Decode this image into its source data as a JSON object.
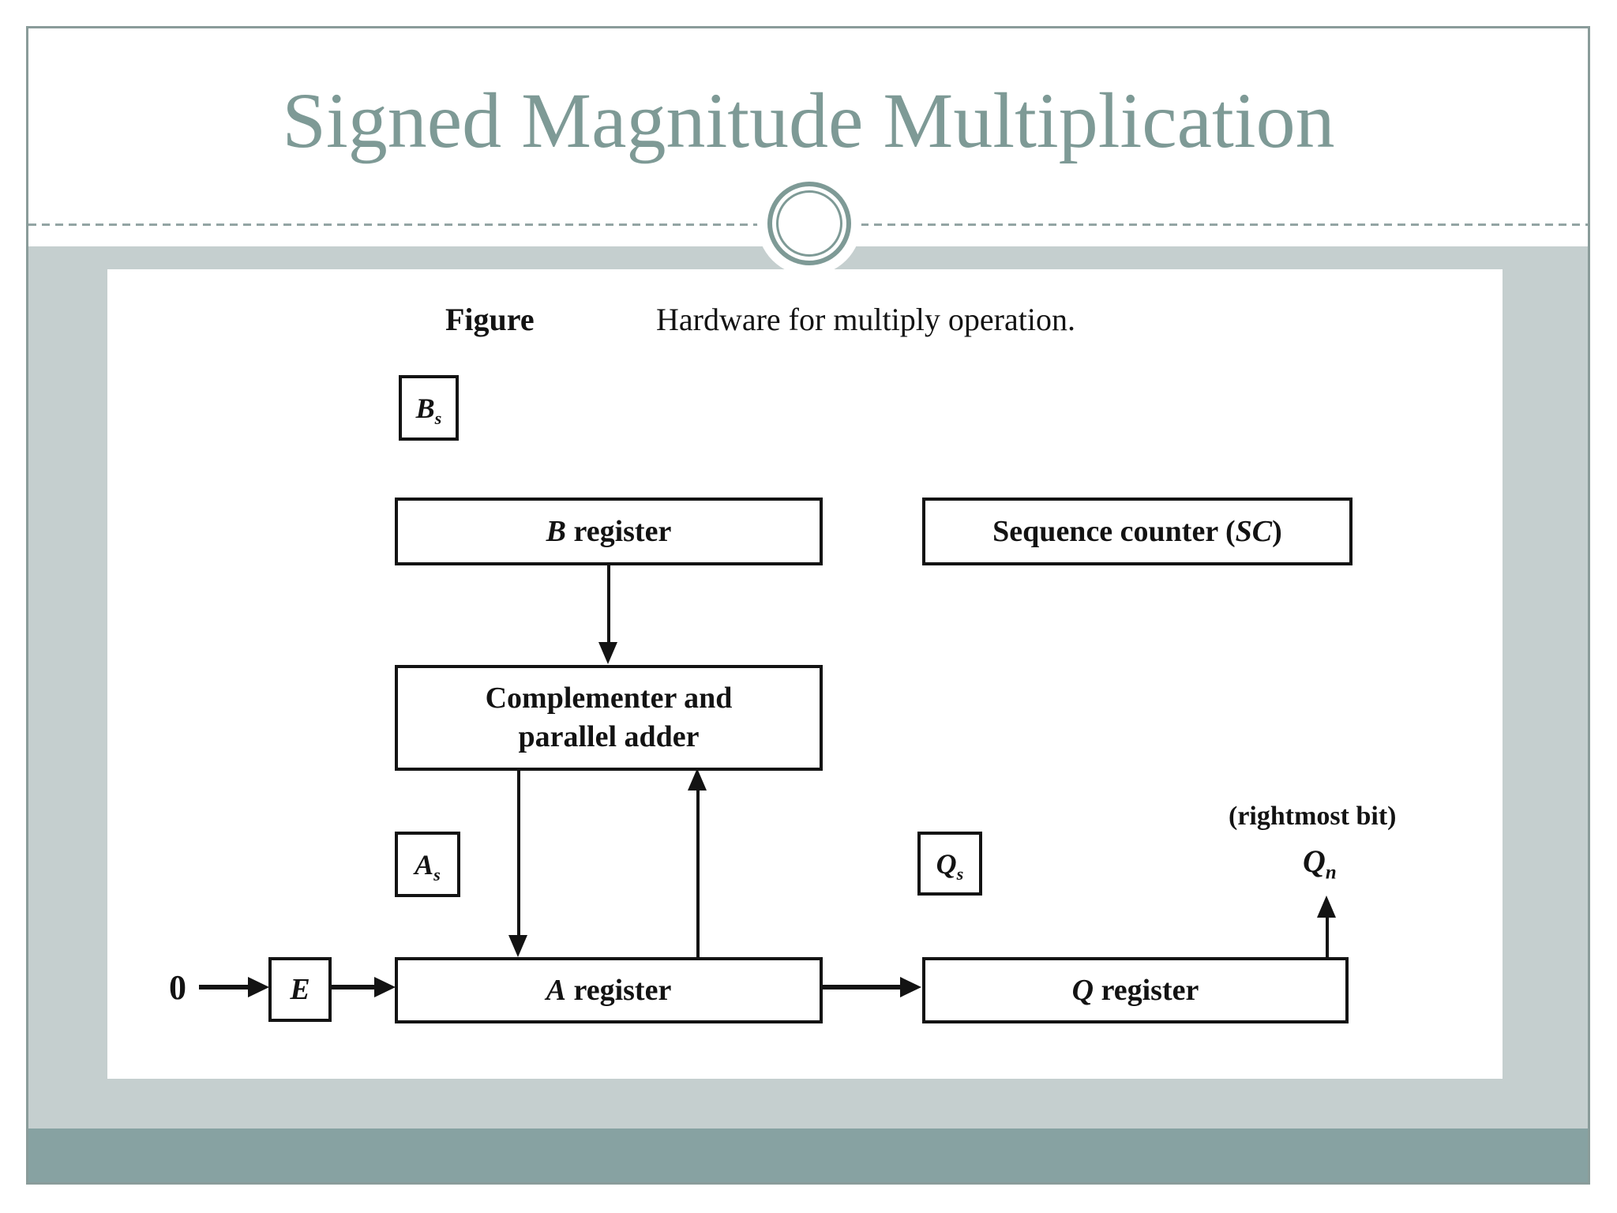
{
  "slide": {
    "title": "Signed Magnitude Multiplication"
  },
  "figure": {
    "caption": {
      "label": "Figure",
      "text": "Hardware for multiply operation."
    },
    "registers": {
      "bs": {
        "letter": "B",
        "sub": "s"
      },
      "b": {
        "letter": "B",
        "rest": " register"
      },
      "sc": {
        "pre": "Sequence counter (",
        "em": "SC",
        "post": ")"
      },
      "comp": {
        "line1": "Complementer and",
        "line2": "parallel adder"
      },
      "as": {
        "letter": "A",
        "sub": "s"
      },
      "qs": {
        "letter": "Q",
        "sub": "s"
      },
      "qn": {
        "letter": "Q",
        "sub": "n"
      },
      "e": {
        "letter": "E"
      },
      "a": {
        "letter": "A",
        "rest": " register"
      },
      "q": {
        "letter": "Q",
        "rest": " register"
      }
    },
    "annotations": {
      "rightmost_bit": "(rightmost bit)",
      "zero_input": "0"
    }
  },
  "colors": {
    "accent": "#7E9A96",
    "border": "#8A9C9A",
    "panel": "#C5CFCF",
    "band": "#87A2A2",
    "ink": "#131313",
    "dash": "#93A5A4"
  }
}
